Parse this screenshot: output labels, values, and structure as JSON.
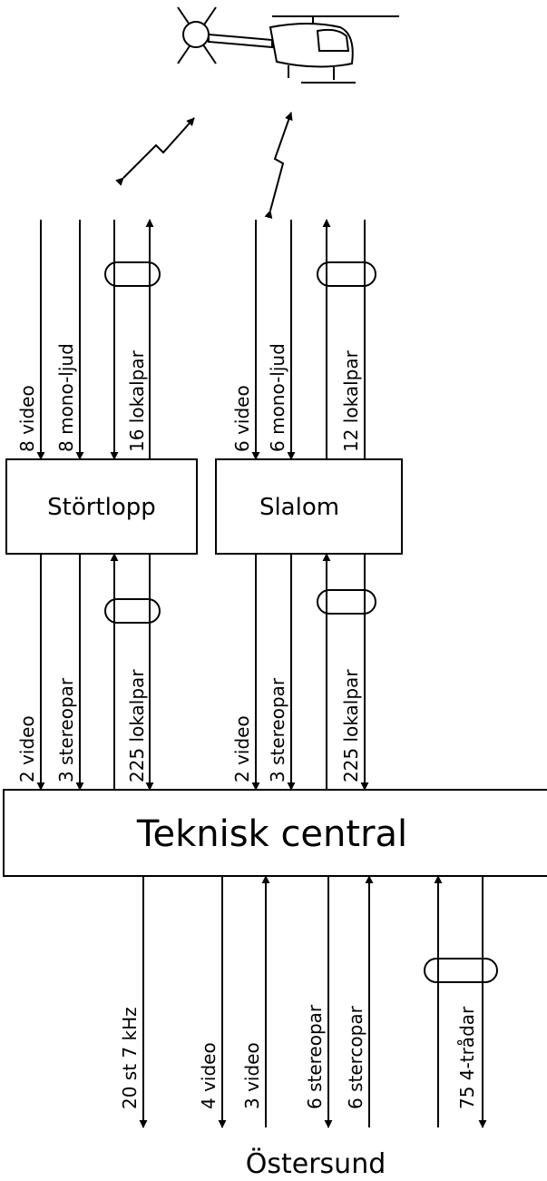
{
  "blocks": {
    "stortlopp": "Störtlopp",
    "slalom": "Slalom",
    "central": "Teknisk central",
    "destination": "Östersund"
  },
  "links": {
    "stortlopp_in": {
      "video": "8 video",
      "audio": "8 mono-ljud",
      "local": "16 lokalpar"
    },
    "slalom_in": {
      "video": "6 video",
      "audio": "6 mono-ljud",
      "local": "12 lokalpar"
    },
    "stortlopp_out": {
      "video": "2 video",
      "audio": "3 stereopar",
      "local": "225 lokalpar"
    },
    "slalom_out": {
      "video": "2 video",
      "audio": "3 stereopar",
      "local": "225 lokalpar"
    },
    "ostersund": {
      "phone": "20 st 7 kHz",
      "video_out": "4 video",
      "video_in": "3 video",
      "stereo_in": "6 stereopar",
      "stereo_out": "6 stercopar",
      "wire": "75 4-trådar"
    }
  }
}
